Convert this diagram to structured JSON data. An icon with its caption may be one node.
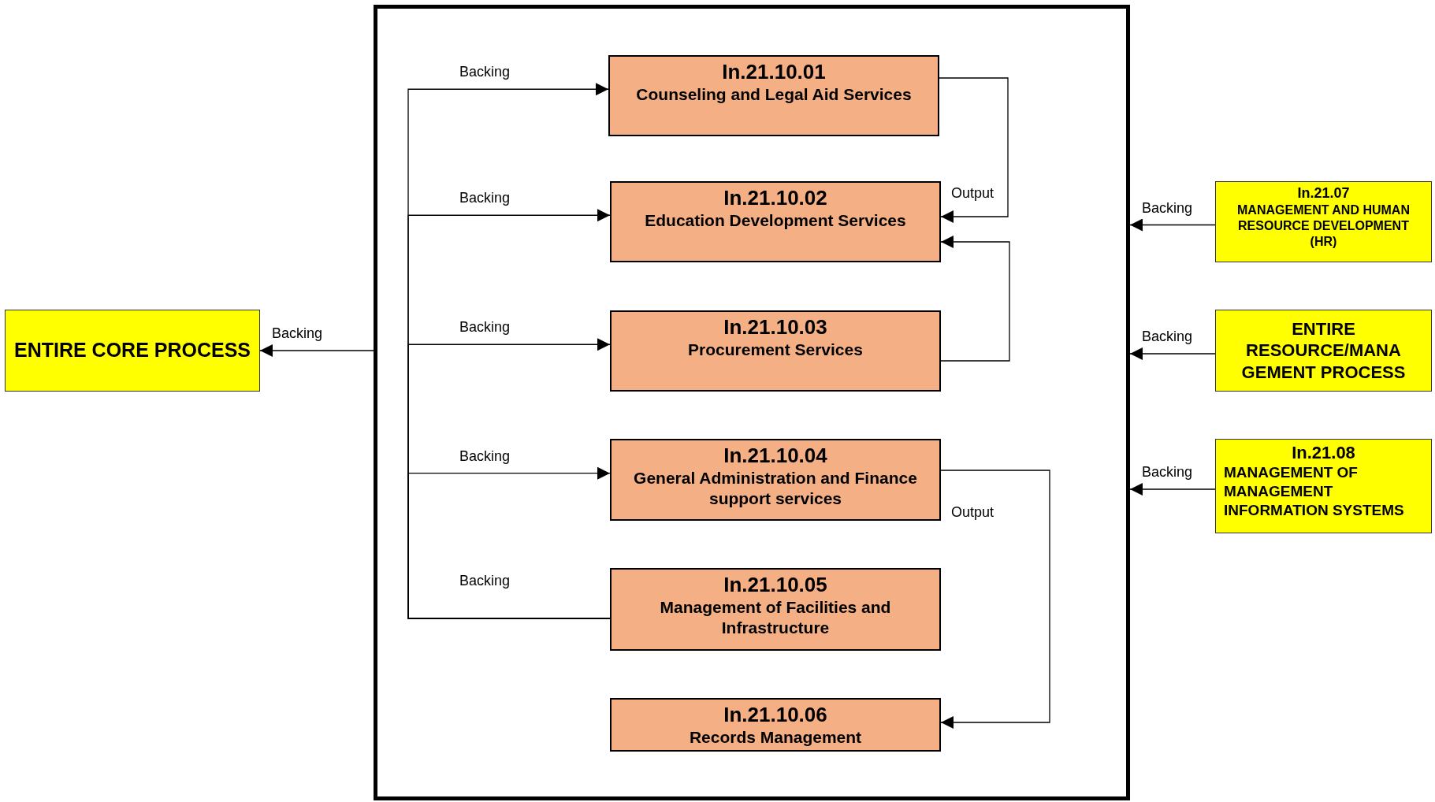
{
  "diagram": {
    "nodes": [
      {
        "text": [
          "ENTIRE CORE PROCESS"
        ]
      },
      {
        "text": [],
        "shape": "box"
      },
      {
        "text": [
          "In.21.10.01",
          "Counseling and Legal Aid Services"
        ],
        "in": 1
      },
      {
        "text": [
          "In.21.10.02",
          "Education Development Services"
        ],
        "in": 1
      },
      {
        "text": [
          "In.21.10.03",
          "Procurement Services"
        ],
        "in": 1
      },
      {
        "text": [
          "In.21.10.04",
          "General Administration and Finance support services"
        ],
        "in": 1
      },
      {
        "text": [
          "In.21.10.05",
          "Management of Facilities and Infrastructure"
        ],
        "in": 1
      },
      {
        "text": [
          "In.21.10.06",
          "Records Management"
        ],
        "in": 1
      },
      {
        "text": [
          "In.21.07",
          "MANAGEMENT AND HUMAN RESOURCE DEVELOPMENT (HR)"
        ]
      },
      {
        "text": [
          "ENTIRE RESOURCE/MANA GEMENT PROCESS"
        ]
      },
      {
        "text": [
          "In.21.08",
          "MANAGEMENT OF MANAGEMENT INFORMATION SYSTEMS"
        ]
      }
    ],
    "edges": [
      {
        "from": 1,
        "to": 0,
        "arrow": "to",
        "label": "Backing"
      },
      {
        "from": 8,
        "to": 1,
        "arrow": "to",
        "label": "Backing"
      },
      {
        "from": 9,
        "to": 1,
        "arrow": "to",
        "label": "Backing"
      },
      {
        "from": 10,
        "to": 1,
        "arrow": "to",
        "label": "Backing"
      },
      {
        "from": 6,
        "to": 2,
        "arrow": "to",
        "label": "Backing"
      },
      {
        "from": 6,
        "to": 3,
        "arrow": "to",
        "label": "Backing"
      },
      {
        "from": 6,
        "to": 4,
        "arrow": "to",
        "label": "Backing"
      },
      {
        "from": 6,
        "to": 5,
        "arrow": "to",
        "label": "Backing"
      },
      {
        "from": 2,
        "to": 3,
        "arrow": "to",
        "label": "Output"
      },
      {
        "from": 4,
        "to": 3,
        "arrow": "to"
      },
      {
        "from": 5,
        "to": 7,
        "arrow": "to",
        "label": "Output"
      }
    ],
    "labels": [
      "Backing"
    ]
  }
}
